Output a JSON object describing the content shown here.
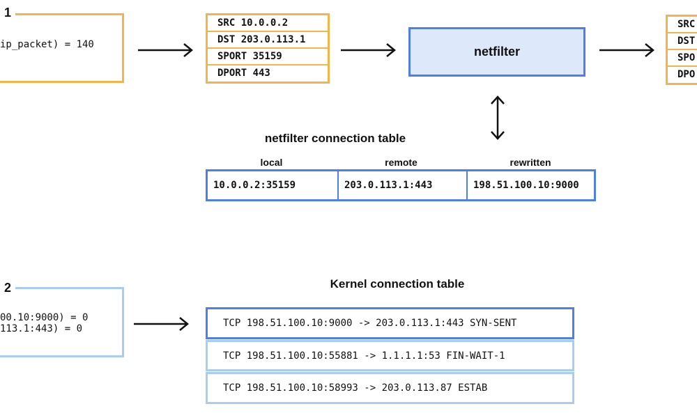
{
  "frame1": {
    "label": "1",
    "code": "ip_packet) = 140"
  },
  "frame2": {
    "label": "2",
    "code_lines": [
      "00.10:9000) = 0",
      "113.1:443) = 0"
    ]
  },
  "packet_in": {
    "rows": [
      "SRC 10.0.0.2",
      "DST 203.0.113.1",
      "SPORT 35159",
      "DPORT 443"
    ]
  },
  "packet_out": {
    "rows": [
      "SRC",
      "DST",
      "SPO",
      "DPO"
    ]
  },
  "netfilter": {
    "label": "netfilter"
  },
  "netfilter_table": {
    "title": "netfilter connection table",
    "columns": [
      "local",
      "remote",
      "rewritten"
    ],
    "row": [
      "10.0.0.2:35159",
      "203.0.113.1:443",
      "198.51.100.10:9000"
    ]
  },
  "kernel_table": {
    "title": "Kernel connection table",
    "rows": [
      "TCP 198.51.100.10:9000 -> 203.0.113.1:443 SYN-SENT",
      "TCP 198.51.100.10:55881 -> 1.1.1.1:53 FIN-WAIT-1",
      "TCP 198.51.100.10:58993 -> 203.0.113.87 ESTAB"
    ]
  },
  "colors": {
    "orange": "#f5b449",
    "blue": "#4d7fe6",
    "light_blue": "#a9cdf2",
    "netfilter_fill": "#dde9fb"
  }
}
